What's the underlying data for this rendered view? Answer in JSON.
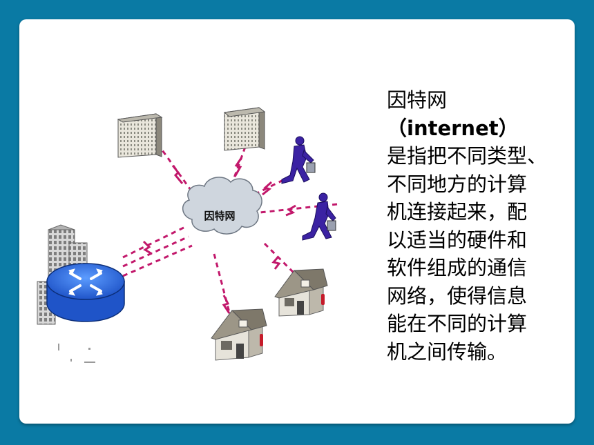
{
  "diagram": {
    "cloud_label": "因特网"
  },
  "description": {
    "lines": [
      "因特网",
      "（internet）",
      "是指把不同类型、",
      "不同地方的计算",
      "机连接起来，配",
      "以适当的硬件和",
      "软件组成的通信",
      "网络，使得信息",
      "能在不同的计算",
      "机之间传输。"
    ]
  },
  "colors": {
    "background": "#0a7aa4",
    "link_dash": "#c2186b",
    "router_blue": "#2266dd",
    "person": "#3b22a3"
  },
  "icons": [
    "server-icon",
    "server-icon",
    "runner-icon",
    "runner-icon",
    "house-icon",
    "house-icon",
    "router-icon",
    "buildings-icon",
    "cloud-icon"
  ]
}
